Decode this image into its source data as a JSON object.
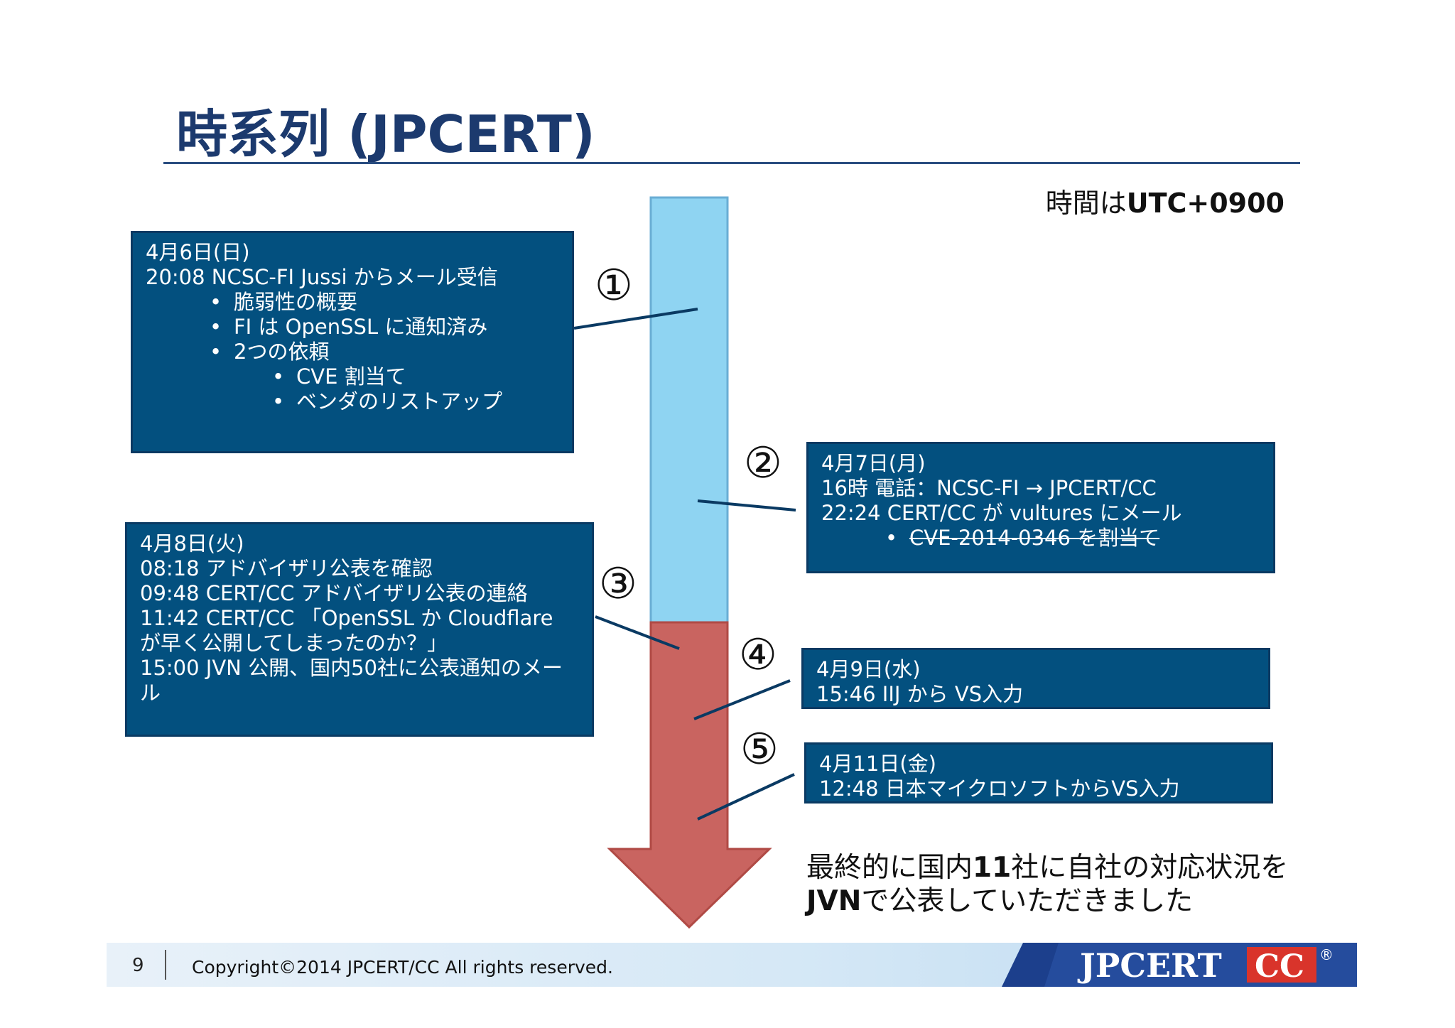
{
  "title": "時系列 (JPCERT)",
  "timezone_note": {
    "prefix": "時間は",
    "value": "UTC+0900"
  },
  "markers": [
    "①",
    "②",
    "③",
    "④",
    "⑤"
  ],
  "events": [
    {
      "date": "4月6日(日)",
      "lines": [
        "20:08  NCSC-FI Jussi からメール受信"
      ],
      "bullets": [
        "脆弱性の概要",
        "FI は OpenSSL に通知済み",
        "2つの依頼"
      ],
      "sub_bullets": [
        "CVE 割当て",
        "ベンダのリストアップ"
      ]
    },
    {
      "date": "4月7日(月)",
      "lines": [
        "16時 電話：NCSC-FI → JPCERT/CC",
        "22:24 CERT/CC が vultures にメール"
      ],
      "bullets_struck": [
        "CVE-2014-0346 を割当て"
      ]
    },
    {
      "date": "4月8日(火)",
      "lines": [
        "08:18 アドバイザリ公表を確認",
        "09:48 CERT/CC アドバイザリ公表の連絡",
        "11:42 CERT/CC 「OpenSSL か Cloudflare が早く公開してしまったのか？」",
        "15:00 JVN 公開、国内50社に公表通知のメール"
      ]
    },
    {
      "date": "4月9日(水)",
      "lines": [
        "15:46 IIJ  から VS入力"
      ]
    },
    {
      "date": "4月11日(金)",
      "lines": [
        "12:48 日本マイクロソフトからVS入力"
      ]
    }
  ],
  "closing": {
    "part1": "最終的に国内",
    "count": "11",
    "part2": "社に自社の対応状況を",
    "part3_bold": "JVN",
    "part3": "で公表していただきました"
  },
  "footer": {
    "page": "9",
    "copyright": "Copyright©2014 JPCERT/CC All rights reserved.",
    "logo_text_1": "JPCERT",
    "logo_text_2": "CC",
    "logo_reg": "®"
  },
  "colors": {
    "box_bg": "#03507f",
    "arrow_top": "#8fd4f2",
    "arrow_bottom": "#c96460",
    "title": "#1c3a6e"
  }
}
